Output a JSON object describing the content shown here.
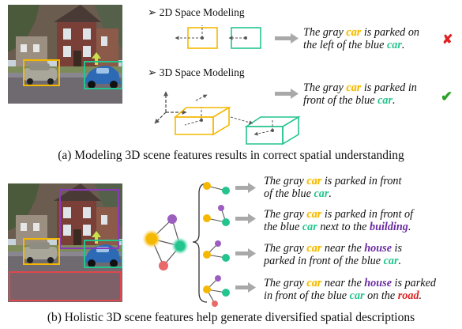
{
  "panel_a": {
    "heading_2d": "2D Space Modeling",
    "heading_3d": "3D Space Modeling",
    "sentence_2d": {
      "line1_pre": "The gray ",
      "line1_obj": "car",
      "line1_post": " is parked on",
      "line2_pre": "the left of the blue ",
      "line2_obj": "car",
      "line2_post": "."
    },
    "sentence_3d": {
      "line1_pre": "The gray ",
      "line1_obj": "car",
      "line1_post": " is parked in",
      "line2_pre": "front of the blue ",
      "line2_obj": "car",
      "line2_post": "."
    },
    "wrong_mark": "✘",
    "right_mark": "✔",
    "caption": "(a) Modeling 3D scene features results in correct spatial understanding"
  },
  "panel_b": {
    "descriptions": [
      {
        "line1": [
          "The gray ",
          "car",
          " is parked in front"
        ],
        "line2": [
          "of the blue ",
          "car",
          "."
        ]
      },
      {
        "line1": [
          "The gray ",
          "car",
          " is parked in front of"
        ],
        "line2": [
          "the blue ",
          "car",
          " next to the ",
          "building",
          "."
        ]
      },
      {
        "line1": [
          "The gray ",
          "car",
          " near the ",
          "house",
          " is"
        ],
        "line2": [
          "parked in front of the blue ",
          "car",
          "."
        ]
      },
      {
        "line1": [
          "The gray ",
          "car",
          " near the ",
          "house",
          " is parked"
        ],
        "line2": [
          "in front of the blue ",
          "car",
          " on the ",
          "road",
          "."
        ]
      }
    ],
    "caption": "(b) Holistic 3D scene features help generate diversified spatial descriptions"
  },
  "colors": {
    "gray_car": "#f5b800",
    "blue_car": "#24c48e",
    "house": "#8a3ab9",
    "road": "#e0484e",
    "arrow": "#a9a9a9",
    "wrong": "#e02020",
    "right": "#2aa02a"
  },
  "icons": [
    "bullet-arrow-icon",
    "cross-mark-icon",
    "check-mark-icon",
    "right-arrow-icon",
    "scene-graph-icon"
  ]
}
